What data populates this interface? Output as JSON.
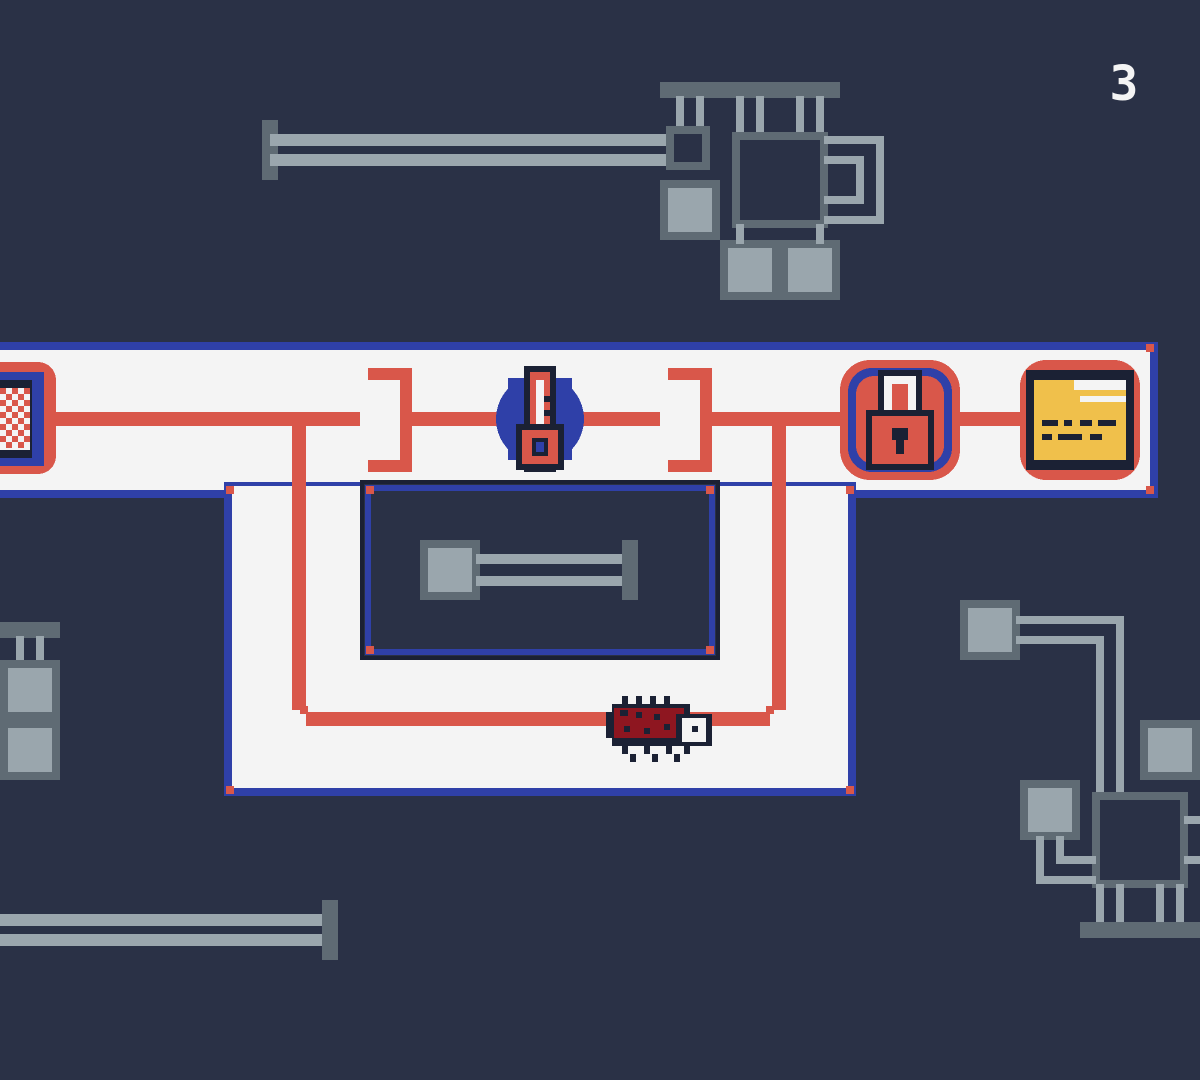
{
  "hud": {
    "level_number": "3"
  },
  "colors": {
    "background": "#2a3146",
    "board_fill": "#f4f4f4",
    "board_border": "#2f40a8",
    "wire": "#d9574a",
    "decor_light": "#9aa6ad",
    "decor_dark": "#5f6b74",
    "bug_body": "#8e1620",
    "folder": "#f0c04b",
    "outline": "#1b2134"
  },
  "tiles": [
    {
      "name": "start-tile",
      "icon": "checkered-flag-icon"
    },
    {
      "name": "key-tile",
      "icon": "key-icon"
    },
    {
      "name": "lock-tile",
      "icon": "padlock-icon"
    },
    {
      "name": "goal-tile",
      "icon": "folder-icon"
    }
  ],
  "player": {
    "name": "bug-player",
    "icon": "bug-icon"
  }
}
